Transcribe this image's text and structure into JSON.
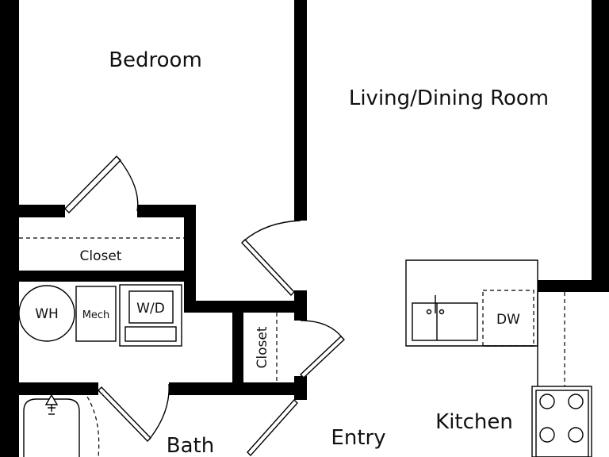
{
  "rooms": {
    "bedroom": "Bedroom",
    "living_dining": "Living/Dining Room",
    "closet_bedroom": "Closet",
    "closet_entry": "Closet",
    "kitchen": "Kitchen",
    "entry": "Entry",
    "bath": "Bath"
  },
  "fixtures": {
    "water_heater": "WH",
    "mechanical": "Mech",
    "washer_dryer": "W/D",
    "dishwasher": "DW"
  }
}
